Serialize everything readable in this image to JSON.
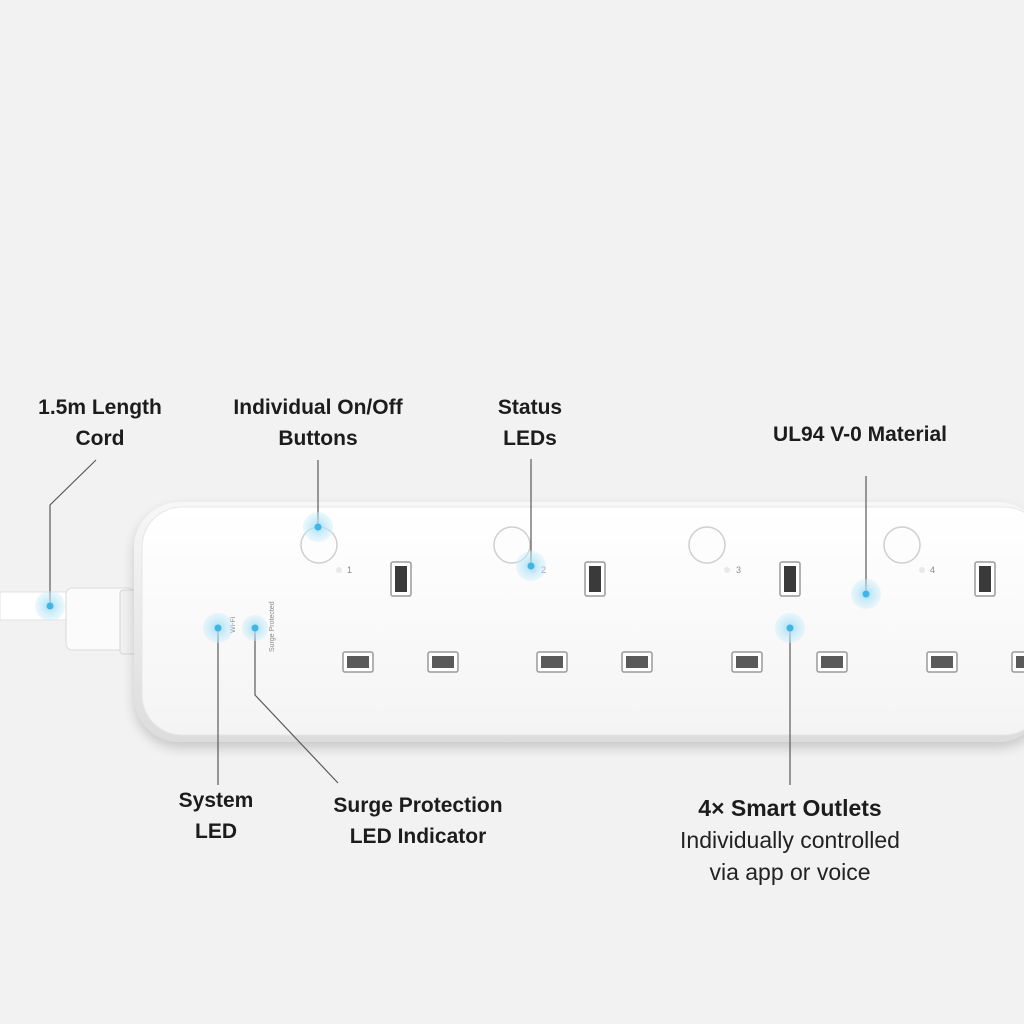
{
  "callouts": {
    "cord": {
      "line1": "1.5m Length",
      "line2": "Cord"
    },
    "buttons": {
      "line1": "Individual On/Off",
      "line2": "Buttons"
    },
    "status": {
      "line1": "Status",
      "line2": "LEDs"
    },
    "material": {
      "line1": "UL94 V-0 Material"
    },
    "system": {
      "line1": "System",
      "line2": "LED"
    },
    "surge": {
      "line1": "Surge Protection",
      "line2": "LED Indicator"
    },
    "outlets": {
      "title": "4× Smart Outlets",
      "line1": "Individually controlled",
      "line2": "via app or voice"
    }
  },
  "device": {
    "wifi_text": "Wi-Fi",
    "surge_text": "Surge Protected",
    "outlet_numbers": [
      "1",
      "2",
      "3",
      "4"
    ]
  },
  "colors": {
    "background": "#f2f2f2",
    "strip": "#ffffff",
    "accent": "#3fb6e6",
    "leader": "#555555"
  }
}
